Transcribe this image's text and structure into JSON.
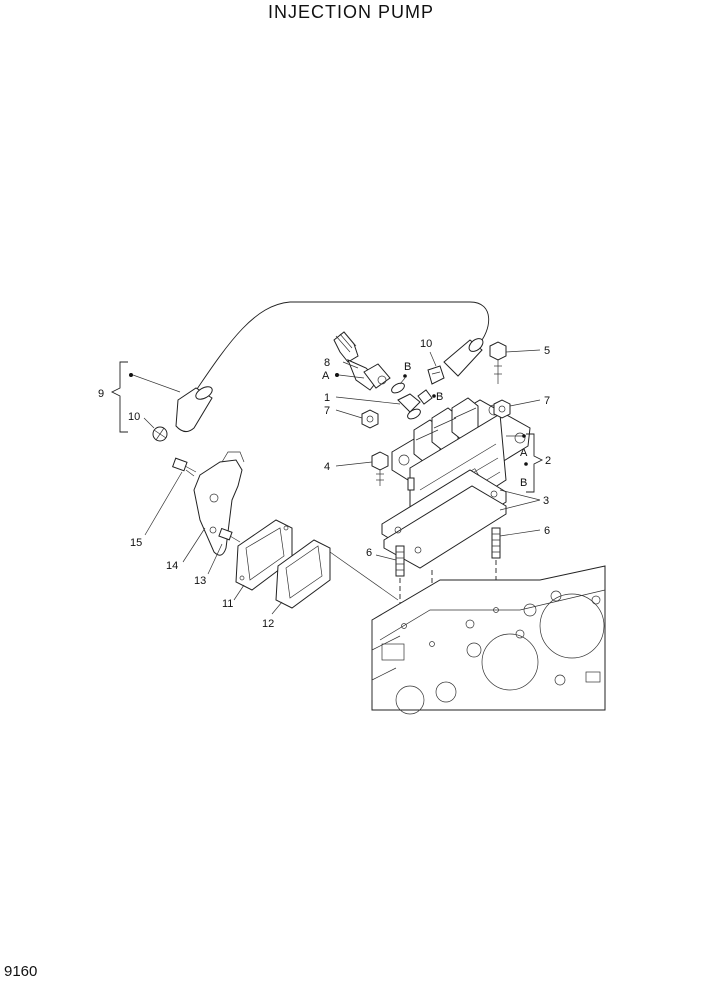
{
  "title": "INJECTION PUMP",
  "page_code": "9160",
  "callouts": {
    "c1": "1",
    "c2": "2",
    "c3": "3",
    "c4": "4",
    "c5": "5",
    "c6a": "6",
    "c6b": "6",
    "c7a": "7",
    "c7b": "7",
    "c8": "8",
    "c9": "9",
    "c10a": "10",
    "c10b": "10",
    "c11": "11",
    "c12": "12",
    "c13": "13",
    "c14": "14",
    "c15": "15"
  },
  "markers": {
    "a1": "A",
    "b1": "B",
    "b2": "B",
    "a2": "A",
    "b3": "B"
  }
}
